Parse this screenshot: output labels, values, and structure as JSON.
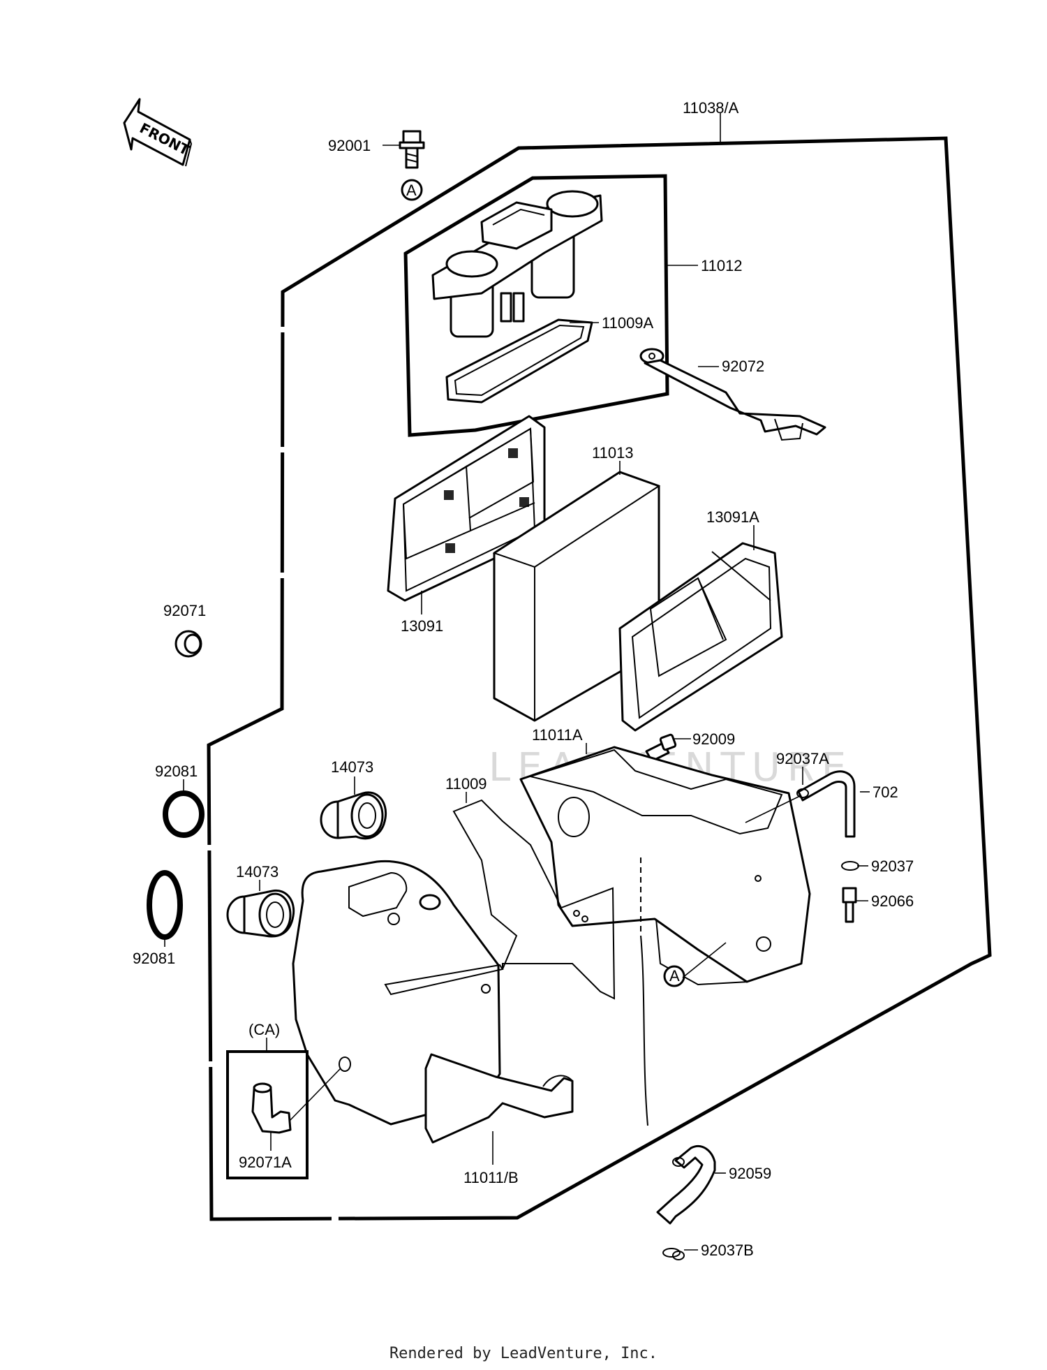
{
  "diagram": {
    "front_arrow": "FRONT",
    "watermark": "LEADVENTURE",
    "labels": {
      "p11038A": "11038/A",
      "p92001": "92001",
      "refA_top": "A",
      "p11012": "11012",
      "p11009A": "11009A",
      "p92072": "92072",
      "p11013": "11013",
      "p13091A": "13091A",
      "p13091": "13091",
      "p92071": "92071",
      "p11011A": "11011A",
      "p92009": "92009",
      "p92037A": "92037A",
      "p702": "702",
      "p92081_top": "92081",
      "p14073_top": "14073",
      "p11009": "11009",
      "p14073_bot": "14073",
      "p92037": "92037",
      "p92066": "92066",
      "p92081_bot": "92081",
      "refA_mid": "A",
      "pCA": "(CA)",
      "p92071A": "92071A",
      "p11011B": "11011/B",
      "p92059": "92059",
      "p92037B": "92037B"
    }
  },
  "footer": "Rendered by LeadVenture, Inc."
}
